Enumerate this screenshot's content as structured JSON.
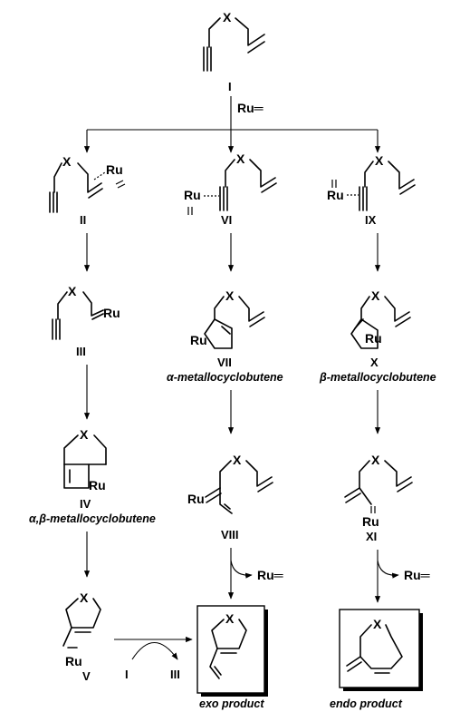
{
  "atoms": {
    "x": "X",
    "ru": "Ru"
  },
  "reagent": "Ru═",
  "compounds": {
    "c1": "I",
    "c2": "II",
    "c3": "III",
    "c4": "IV",
    "c5": "V",
    "c6": "VI",
    "c7": "VII",
    "c8": "VIII",
    "c9": "IX",
    "c10": "X",
    "c11": "XI"
  },
  "descriptions": {
    "alpha": "α-metallocyclobutene",
    "beta": "β-metallocyclobutene",
    "alphabeta": "α,β-metallocyclobutene"
  },
  "products": {
    "exo": "exo product",
    "endo": "endo product"
  },
  "cycle": {
    "input": "I",
    "output": "III"
  }
}
